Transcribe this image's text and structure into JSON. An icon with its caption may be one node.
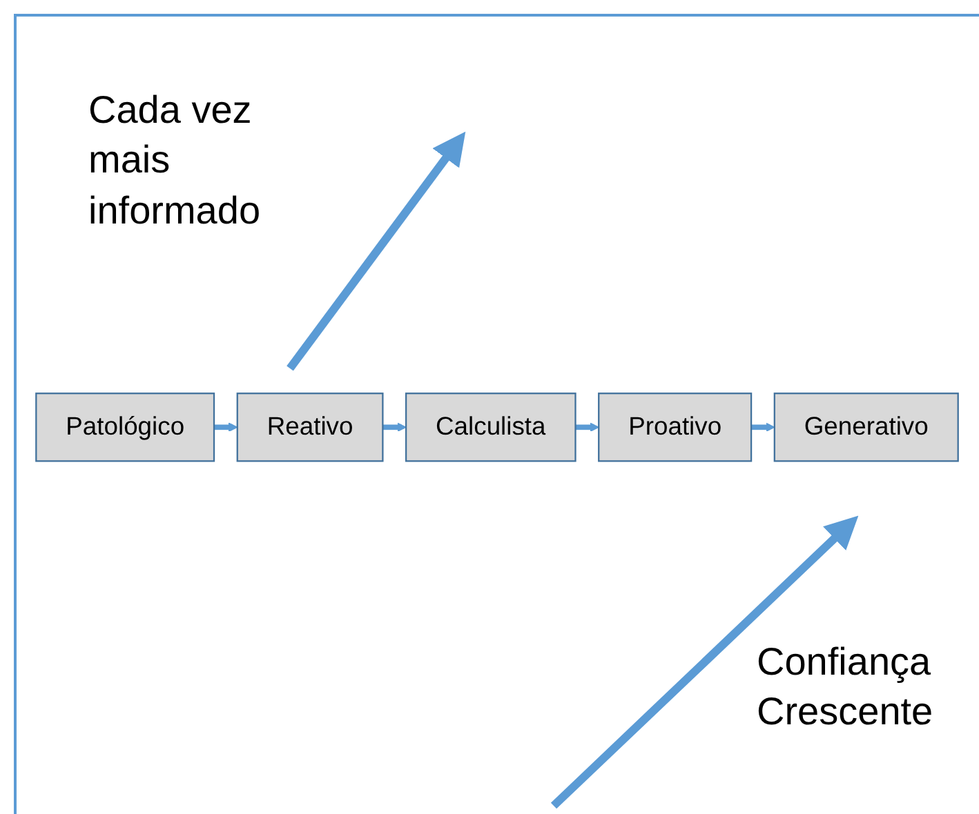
{
  "diagram": {
    "nodes": [
      {
        "text": [
          "Patológico"
        ]
      },
      {
        "text": [
          "Reativo"
        ]
      },
      {
        "text": [
          "Calculista"
        ]
      },
      {
        "text": [
          "Proativo"
        ]
      },
      {
        "text": [
          "Generativo"
        ]
      }
    ],
    "edges": [
      {
        "from": 0,
        "to": 1,
        "arrow": "to"
      },
      {
        "from": 1,
        "to": 2,
        "arrow": "to"
      },
      {
        "from": 2,
        "to": 3,
        "arrow": "to"
      },
      {
        "from": 3,
        "to": 4,
        "arrow": "to"
      }
    ],
    "labels": [
      "Cada vez mais informado",
      "Confiança Crescente"
    ]
  }
}
